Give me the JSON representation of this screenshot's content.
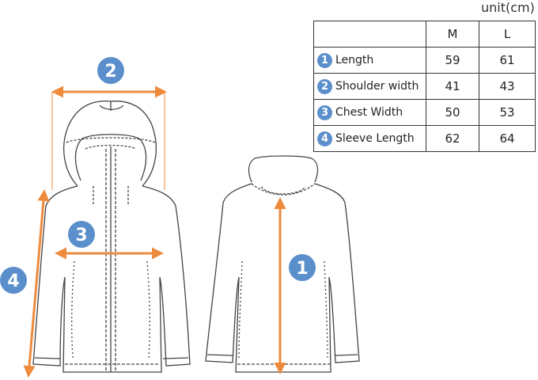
{
  "unit_label": "unit(cm)",
  "table": {
    "headers": [
      "",
      "M",
      "L"
    ],
    "rows": [
      {
        "num": "1",
        "label": "Length",
        "m": "59",
        "l": "61"
      },
      {
        "num": "2",
        "label": "Shoulder width",
        "m": "41",
        "l": "43"
      },
      {
        "num": "3",
        "label": "Chest Width",
        "m": "50",
        "l": "53"
      },
      {
        "num": "4",
        "label": "Sleeve Length",
        "m": "62",
        "l": "64"
      }
    ]
  },
  "markers": {
    "m1": "1",
    "m2": "2",
    "m3": "3",
    "m4": "4"
  },
  "colors": {
    "arrow": "#ee8a3c",
    "badge": "#5b8fcc",
    "line": "#444444"
  }
}
